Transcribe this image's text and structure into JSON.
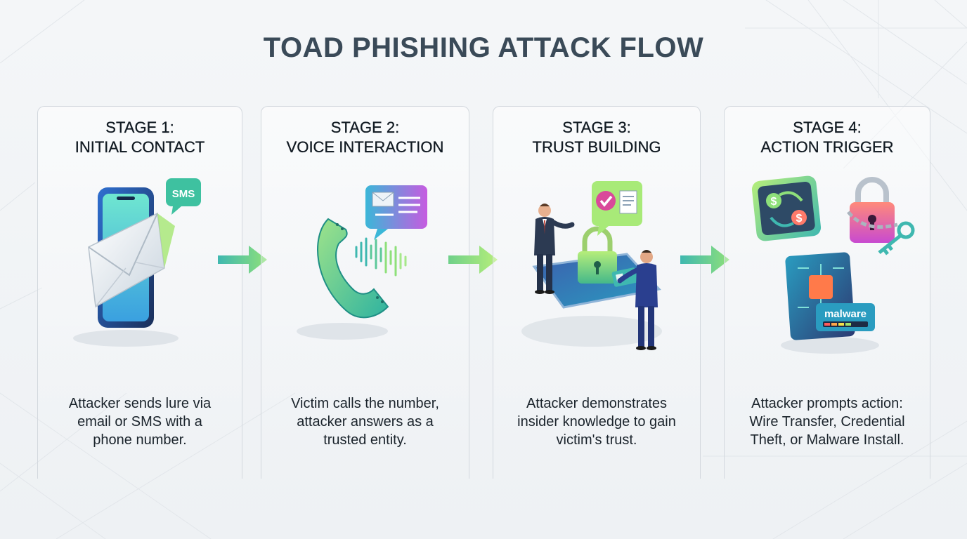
{
  "title": "TOAD PHISHING ATTACK FLOW",
  "stages": [
    {
      "label": "STAGE 1:",
      "name": "INITIAL CONTACT",
      "description_lines": [
        "Attacker sends lure via",
        "email or SMS with a",
        "phone number."
      ],
      "sms_badge": "SMS"
    },
    {
      "label": "STAGE 2:",
      "name": "VOICE INTERACTION",
      "description_lines": [
        "Victim calls the number,",
        "attacker answers as a",
        "trusted entity."
      ]
    },
    {
      "label": "STAGE 3:",
      "name": "TRUST BUILDING",
      "description_lines": [
        "Attacker demonstrates",
        "insider knowledge to gain",
        "victim's trust."
      ]
    },
    {
      "label": "STAGE 4:",
      "name": "ACTION TRIGGER",
      "description_lines": [
        "Attacker prompts action:",
        "Wire Transfer, Credential",
        "Theft, or Malware Install."
      ],
      "malware_badge": "malware"
    }
  ],
  "icons": {
    "stage1": [
      "smartphone-icon",
      "envelope-icon",
      "sms-bubble-icon"
    ],
    "stage2": [
      "phone-handset-icon",
      "email-bubble-icon",
      "sound-wave-icon"
    ],
    "stage3": [
      "attacker-figure-icon",
      "victim-figure-icon",
      "padlock-icon",
      "id-card-icon",
      "checkmark-bubble-icon"
    ],
    "stage4": [
      "money-transfer-icon",
      "chained-padlock-icon",
      "key-icon",
      "malware-chip-icon"
    ],
    "connectors": "arrow-right-icon"
  },
  "colors": {
    "title": "#3a4a58",
    "accent_teal": "#3fb8b0",
    "accent_green": "#9be26a",
    "accent_purple": "#c85ae0",
    "card_border": "#d3d8de"
  }
}
